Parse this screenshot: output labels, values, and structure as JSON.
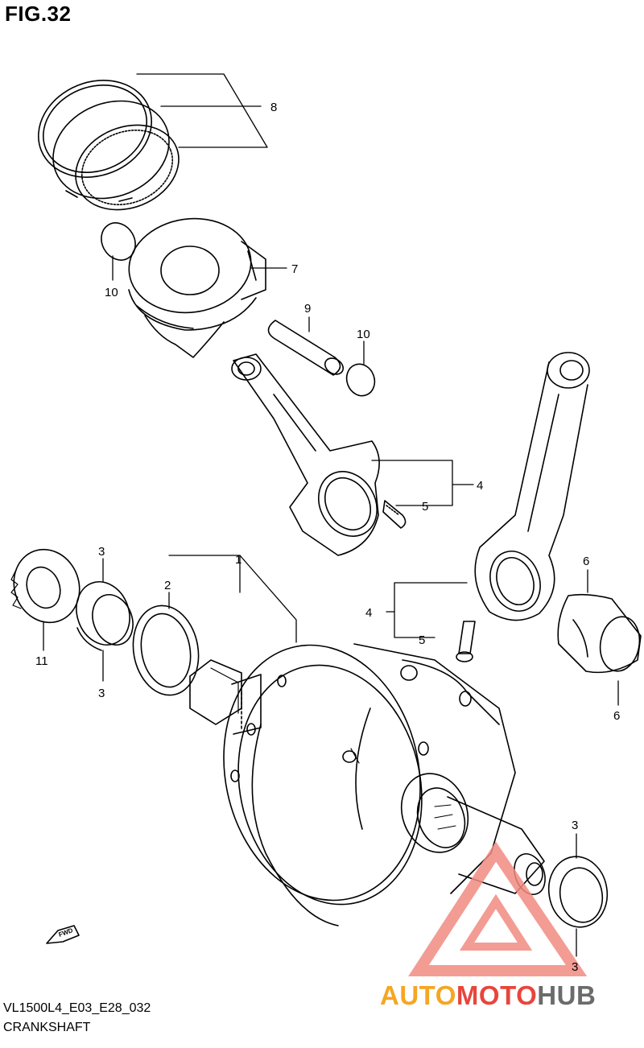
{
  "figure": {
    "title": "FIG.32",
    "code": "VL1500L4_E03_E28_032",
    "name": "CRANKSHAFT"
  },
  "fwd_marker": {
    "label": "FWD"
  },
  "callouts": [
    {
      "key": "c8",
      "label": "8"
    },
    {
      "key": "c7",
      "label": "7"
    },
    {
      "key": "c10a",
      "label": "10"
    },
    {
      "key": "c9",
      "label": "9"
    },
    {
      "key": "c10b",
      "label": "10"
    },
    {
      "key": "c4a",
      "label": "4"
    },
    {
      "key": "c5a",
      "label": "5"
    },
    {
      "key": "c1",
      "label": "1"
    },
    {
      "key": "c2",
      "label": "2"
    },
    {
      "key": "c3a",
      "label": "3"
    },
    {
      "key": "c3b",
      "label": "3"
    },
    {
      "key": "c11",
      "label": "11"
    },
    {
      "key": "c4b",
      "label": "4"
    },
    {
      "key": "c5b",
      "label": "5"
    },
    {
      "key": "c6a",
      "label": "6"
    },
    {
      "key": "c6b",
      "label": "6"
    },
    {
      "key": "c3c",
      "label": "3"
    },
    {
      "key": "c3d",
      "label": "3"
    }
  ],
  "watermark": {
    "part1": "AUTO",
    "part2": "MOTO",
    "part3": "HUB",
    "color_orange": "#f5a623",
    "color_red": "#e8453c",
    "color_gray": "#6b6b6b",
    "triangle_color": "#f28b82"
  }
}
